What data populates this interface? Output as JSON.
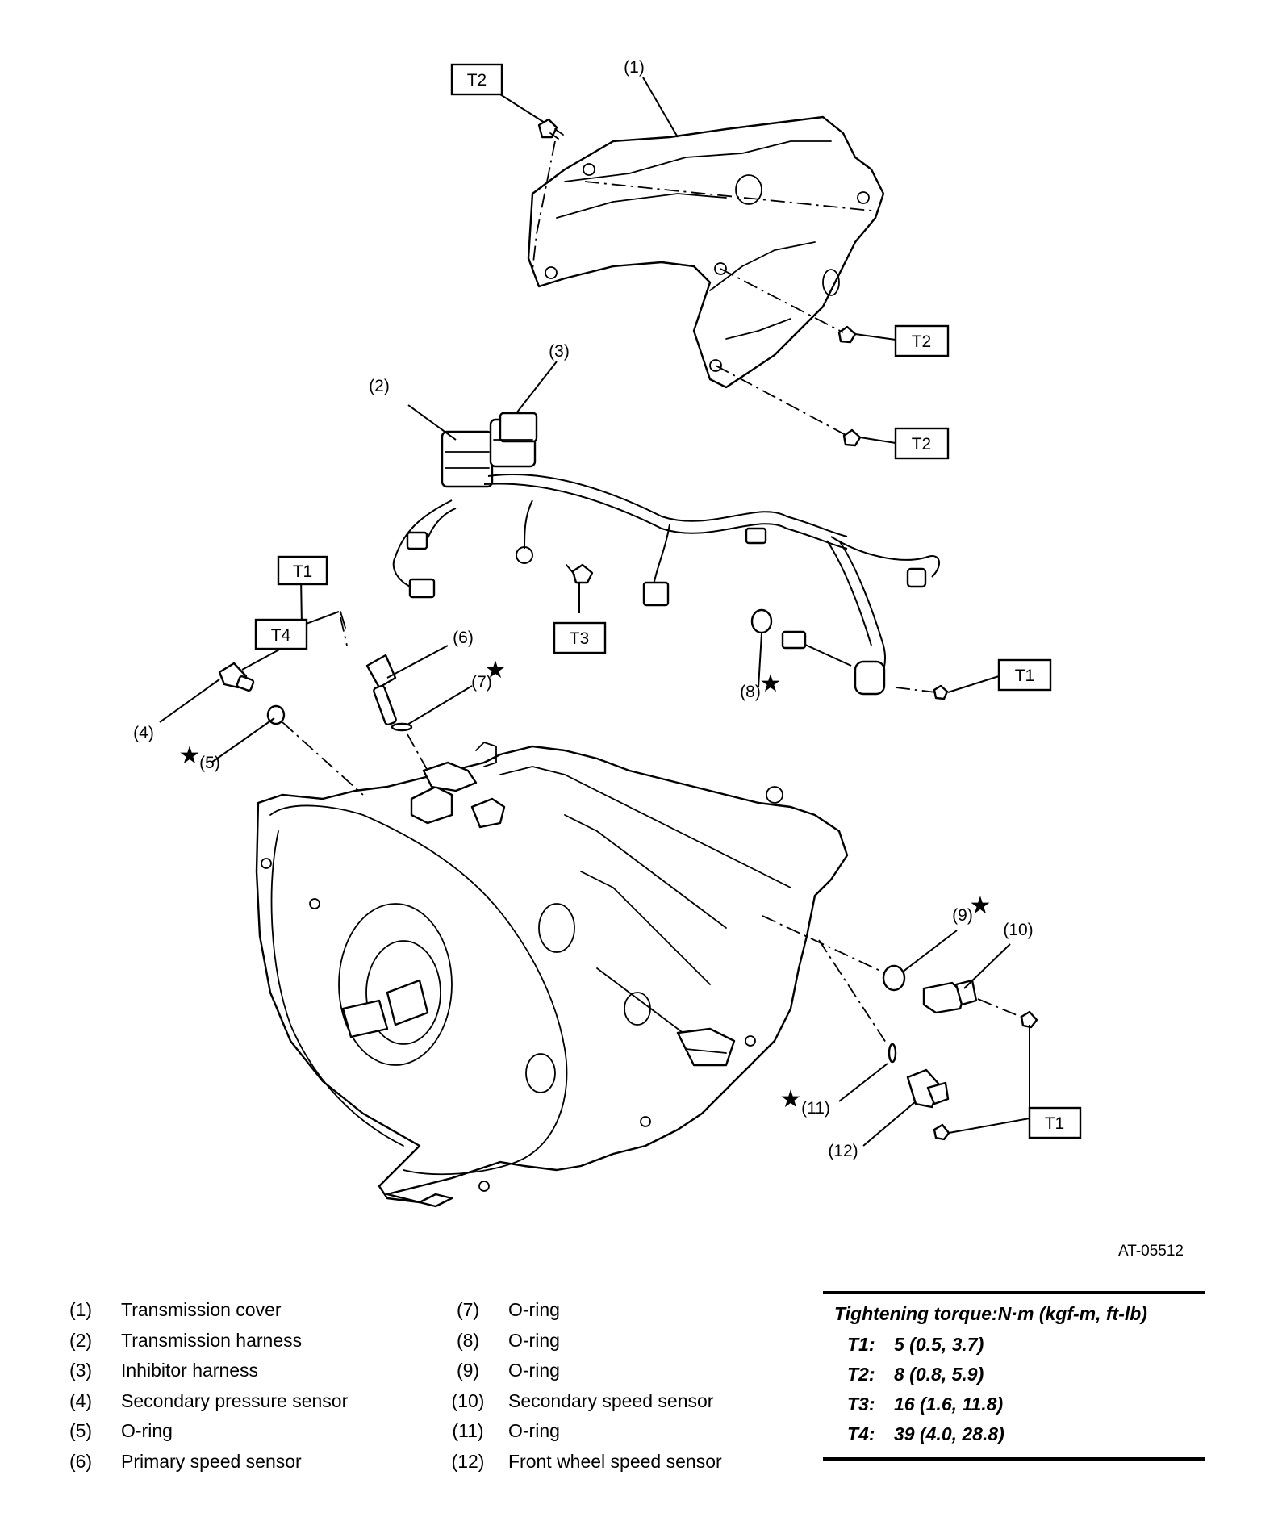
{
  "figure_code": "AT-05512",
  "torque_tags": {
    "t1": "T1",
    "t2": "T2",
    "t3": "T3",
    "t4": "T4"
  },
  "callouts": [
    "(1)",
    "(2)",
    "(3)",
    "(4)",
    "(5)",
    "(6)",
    "(7)",
    "(8)",
    "(9)",
    "(10)",
    "(11)",
    "(12)"
  ],
  "star_symbol": "★",
  "legend": [
    {
      "num": "(1)",
      "label": "Transmission cover"
    },
    {
      "num": "(2)",
      "label": "Transmission harness"
    },
    {
      "num": "(3)",
      "label": "Inhibitor harness"
    },
    {
      "num": "(4)",
      "label": "Secondary pressure sensor"
    },
    {
      "num": "(5)",
      "label": "O-ring"
    },
    {
      "num": "(6)",
      "label": "Primary speed sensor"
    },
    {
      "num": "(7)",
      "label": "O-ring"
    },
    {
      "num": "(8)",
      "label": "O-ring"
    },
    {
      "num": "(9)",
      "label": "O-ring"
    },
    {
      "num": "(10)",
      "label": "Secondary speed sensor"
    },
    {
      "num": "(11)",
      "label": "O-ring"
    },
    {
      "num": "(12)",
      "label": "Front wheel speed sensor"
    }
  ],
  "torque_table": {
    "heading": "Tightening torque:N·m (kgf-m, ft-lb)",
    "rows": [
      {
        "key": "T1:",
        "value": "5 (0.5, 3.7)"
      },
      {
        "key": "T2:",
        "value": "8 (0.8, 5.9)"
      },
      {
        "key": "T3:",
        "value": "16 (1.6, 11.8)"
      },
      {
        "key": "T4:",
        "value": "39 (4.0, 28.8)"
      }
    ]
  }
}
